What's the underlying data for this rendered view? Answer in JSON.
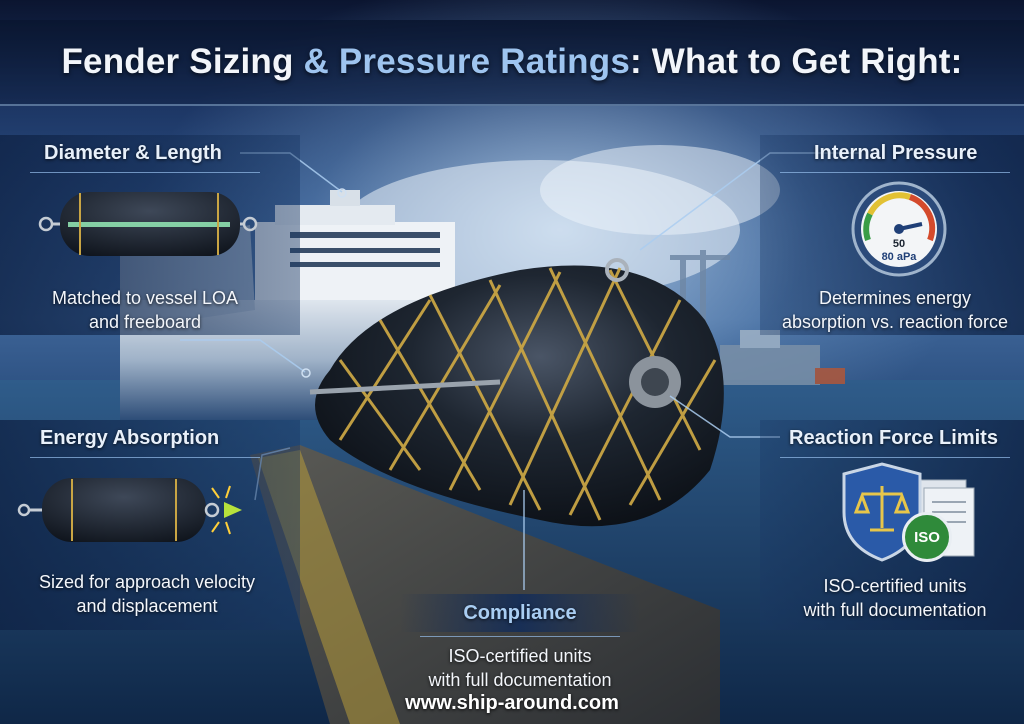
{
  "title": {
    "part1": "Fender Sizing",
    "amp": "& Pressure Ratings",
    "part2": ": What to Get Right:"
  },
  "cards": {
    "diameter": {
      "title": "Diameter & Length",
      "desc_line1": "Matched to vessel LOA",
      "desc_line2": "and freeboard"
    },
    "pressure": {
      "title": "Internal Pressure",
      "desc_line1": "Determines energy",
      "desc_line2": "absorption vs. reaction force",
      "gauge_value": "50",
      "gauge_unit": "80 aPa"
    },
    "energy": {
      "title": "Energy Absorption",
      "desc_line1": "Sized for approach velocity",
      "desc_line2": "and displacement"
    },
    "reaction": {
      "title": "Reaction Force Limits",
      "desc_line1": "ISO-certified units",
      "desc_line2": "with full documentation",
      "badge_text": "ISO"
    },
    "compliance": {
      "title": "Compliance",
      "desc_line1": "ISO-certified units",
      "desc_line2": "with full documentation"
    }
  },
  "footer": {
    "url": "www.ship-around.com"
  },
  "colors": {
    "accent": "#9ec4ef",
    "gauge_needle": "#1f3f77",
    "iso_green": "#2f8a3a",
    "rope": "#c9a544"
  }
}
